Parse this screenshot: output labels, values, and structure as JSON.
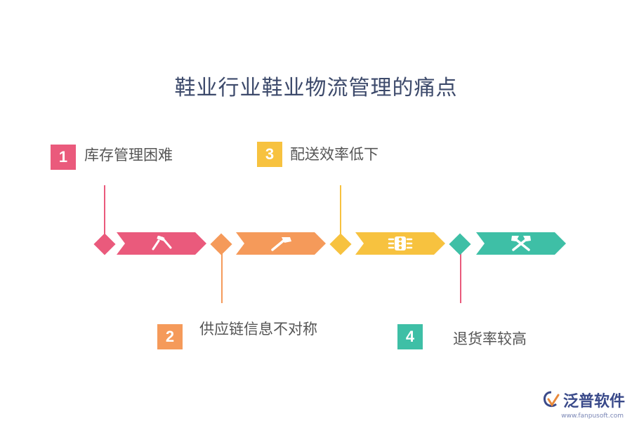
{
  "title": "鞋业行业鞋业物流管理的痛点",
  "colors": {
    "pink": "#ea5a7c",
    "orange": "#f59a5a",
    "yellow": "#f7c23f",
    "teal": "#3ebfa6"
  },
  "steps": [
    {
      "number": "1",
      "label": "库存管理困难",
      "icon": "hammer-icon"
    },
    {
      "number": "2",
      "label": "供应链信息不对称",
      "icon": "hammer-icon"
    },
    {
      "number": "3",
      "label": "配送效率低下",
      "icon": "traffic-light-icon"
    },
    {
      "number": "4",
      "label": "退货率较高",
      "icon": "crossed-hammers-icon"
    }
  ],
  "logo": {
    "name": "泛普软件",
    "url": "www.fanpusoft.com"
  }
}
